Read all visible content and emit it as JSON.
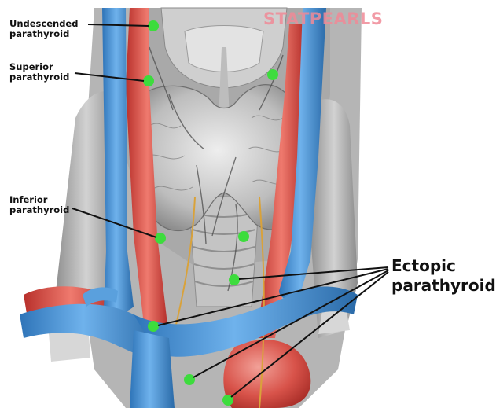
{
  "labels": {
    "undescended": {
      "line1": "Undescended",
      "line2": "parathyroid"
    },
    "superior": {
      "line1": "Superior",
      "line2": "parathyroid"
    },
    "inferior": {
      "line1": "Inferior",
      "line2": "parathyroid"
    },
    "ectopic": {
      "line1": "Ectopic",
      "line2": "parathyroid"
    }
  },
  "watermark": "STATPEARLS",
  "colors": {
    "gland_marker": "#3ddc3d",
    "vein": "#3f8fd4",
    "artery": "#d6403a",
    "thyroid": "#c9c9c9",
    "nerve": "#d9a23a"
  }
}
